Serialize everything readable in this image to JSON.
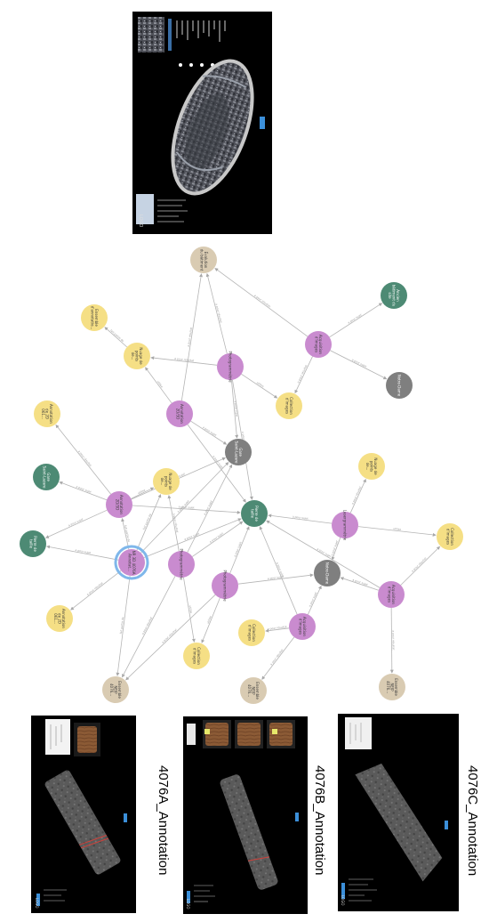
{
  "panels": {
    "top": {
      "tag": "LOGO"
    },
    "a": {
      "caption": "4076A_Annotation",
      "tag": "LOGO"
    },
    "b": {
      "caption": "4076B_Annotation",
      "tag": "LOGO"
    },
    "c": {
      "caption": "4076C_Annotation",
      "tag": "LOGO"
    }
  },
  "colors": {
    "purple": "#c98bcf",
    "yellow": "#f5df85",
    "tan": "#d9cbb2",
    "green": "#4d8a74",
    "gray": "#7f7f7f",
    "highlight": "#7fb7ea",
    "edge": "#b5b5b5"
  },
  "graph": {
    "nodes": [
      {
        "id": "tan-top",
        "label": "Évolution du bâtiment",
        "color": "tan"
      },
      {
        "id": "yellow-ens",
        "label": "Ensemble d'annotatio...",
        "color": "yellow"
      },
      {
        "id": "yellow-nuage1",
        "label": "Nuage de points de...",
        "color": "yellow"
      },
      {
        "id": "purple-photo",
        "label": "Photogrammétrie",
        "color": "purple"
      },
      {
        "id": "purple-acq",
        "label": "Acquisition d'images",
        "color": "purple"
      },
      {
        "id": "green-ancien",
        "label": "Ancien bâtiment du site",
        "color": "green"
      },
      {
        "id": "gray-notre",
        "label": "Notre-Dame",
        "color": "gray"
      },
      {
        "id": "yellow-coll1",
        "label": "Collection d'images",
        "color": "yellow"
      },
      {
        "id": "yellow-annot1",
        "label": "Annotation de 2D 061...",
        "color": "yellow"
      },
      {
        "id": "purple-annot",
        "label": "Annotation 2D/3D",
        "color": "purple"
      },
      {
        "id": "gray-mid",
        "label": "Gare Saint-Lazare",
        "color": "gray"
      },
      {
        "id": "yellow-nuage2",
        "label": "Nuage de points de...",
        "color": "yellow"
      },
      {
        "id": "green-pierre",
        "label": "Pierre de taille",
        "color": "green"
      },
      {
        "id": "purple-left",
        "label": "Annotation 2D/3D",
        "color": "purple"
      },
      {
        "id": "yellow-nuage3",
        "label": "Nuage de points de...",
        "color": "yellow"
      },
      {
        "id": "green-a",
        "label": "Gare Saint-Lazare",
        "color": "green"
      },
      {
        "id": "purple-lasergram",
        "label": "Lasergrammétrie",
        "color": "purple"
      },
      {
        "id": "yellow-coll2",
        "label": "Collection d'images",
        "color": "yellow"
      },
      {
        "id": "green-b",
        "label": "Pierre de taille",
        "color": "green"
      },
      {
        "id": "highlight",
        "label": "NR 3D 4076A Annotat...",
        "color": "purple",
        "highlight": true
      },
      {
        "id": "purple-photo2",
        "label": "Photogrammétrie",
        "color": "purple"
      },
      {
        "id": "purple-photo3",
        "label": "Photogrammétrie",
        "color": "purple"
      },
      {
        "id": "gray-bottom",
        "label": "Notre-Dame",
        "color": "gray"
      },
      {
        "id": "purple-acq2",
        "label": "Acquisition d'images",
        "color": "purple"
      },
      {
        "id": "purple-acq3",
        "label": "Acquisition d'images",
        "color": "purple"
      },
      {
        "id": "yellow-annot2",
        "label": "Annotation de 2D 061...",
        "color": "yellow"
      },
      {
        "id": "yellow-coll3",
        "label": "Collection d'images",
        "color": "yellow"
      },
      {
        "id": "yellow-coll4",
        "label": "Collection d'images",
        "color": "yellow"
      },
      {
        "id": "tan-bl",
        "label": "Ensemble NEIP 4076...",
        "color": "tan"
      },
      {
        "id": "tan-bm",
        "label": "Ensemble NEIP 4076...",
        "color": "tan"
      },
      {
        "id": "tan-br",
        "label": "Ensemble NEIP 4076...",
        "color": "tan"
      }
    ],
    "edges": [
      {
        "from": "purple-photo",
        "to": "tan-top",
        "label": "a pour résultat"
      },
      {
        "from": "purple-acq",
        "to": "tan-top",
        "label": "a pour résultat"
      },
      {
        "from": "purple-annot",
        "to": "tan-top",
        "label": "a pour résultat"
      },
      {
        "from": "purple-photo",
        "to": "yellow-nuage1",
        "label": "a pour résultat"
      },
      {
        "from": "yellow-nuage1",
        "to": "yellow-ens",
        "label": "fait partie de"
      },
      {
        "from": "purple-acq",
        "to": "green-ancien",
        "label": "a pour sujet"
      },
      {
        "from": "purple-acq",
        "to": "gray-notre",
        "label": "a pour sujet"
      },
      {
        "from": "purple-acq",
        "to": "yellow-coll1",
        "label": "a pour résultat"
      },
      {
        "from": "purple-photo",
        "to": "yellow-coll1",
        "label": "utilise"
      },
      {
        "from": "purple-photo",
        "to": "gray-mid",
        "label": "a pour sujet"
      },
      {
        "from": "purple-annot",
        "to": "yellow-nuage1",
        "label": "utilise"
      },
      {
        "from": "purple-annot",
        "to": "gray-mid",
        "label": "a pour sujet"
      },
      {
        "from": "purple-annot",
        "to": "green-pierre",
        "label": "a pour sujet"
      },
      {
        "from": "purple-photo",
        "to": "green-pierre",
        "label": "a pour sujet"
      },
      {
        "from": "purple-left",
        "to": "yellow-annot1",
        "label": "a pour résultat"
      },
      {
        "from": "purple-left",
        "to": "yellow-nuage2",
        "label": "utilise"
      },
      {
        "from": "purple-left",
        "to": "green-a",
        "label": "a pour sujet"
      },
      {
        "from": "purple-left",
        "to": "green-b",
        "label": "a pour sujet"
      },
      {
        "from": "purple-left",
        "to": "green-pierre",
        "label": "a pour sujet"
      },
      {
        "from": "purple-left",
        "to": "gray-mid",
        "label": "a pour sujet"
      },
      {
        "from": "highlight",
        "to": "purple-left",
        "label": "fait partie de"
      },
      {
        "from": "highlight",
        "to": "yellow-nuage2",
        "label": "fait partie de"
      },
      {
        "from": "highlight",
        "to": "gray-mid",
        "label": "a pour sujet"
      },
      {
        "from": "highlight",
        "to": "green-pierre",
        "label": "a pour sujet"
      },
      {
        "from": "highlight",
        "to": "green-b",
        "label": "a pour sujet"
      },
      {
        "from": "highlight",
        "to": "yellow-annot2",
        "label": "a pour résultat"
      },
      {
        "from": "highlight",
        "to": "tan-bl",
        "label": "fait partie de"
      },
      {
        "from": "purple-photo2",
        "to": "yellow-nuage2",
        "label": "a pour résultat"
      },
      {
        "from": "purple-photo2",
        "to": "yellow-coll3",
        "label": "utilise"
      },
      {
        "from": "purple-photo2",
        "to": "gray-mid",
        "label": "a pour sujet"
      },
      {
        "from": "purple-photo2",
        "to": "green-pierre",
        "label": "a pour sujet"
      },
      {
        "from": "purple-photo2",
        "to": "tan-bl",
        "label": "a pour résultat"
      },
      {
        "from": "purple-photo3",
        "to": "yellow-coll3",
        "label": "utilise"
      },
      {
        "from": "purple-photo3",
        "to": "gray-bottom",
        "label": "a pour sujet"
      },
      {
        "from": "purple-photo3",
        "to": "green-pierre",
        "label": "a pour sujet"
      },
      {
        "from": "purple-photo3",
        "to": "tan-bl",
        "label": "a pour résultat"
      },
      {
        "from": "purple-lasergram",
        "to": "yellow-nuage3",
        "label": "a pour résultat"
      },
      {
        "from": "purple-lasergram",
        "to": "yellow-coll2",
        "label": "utilise"
      },
      {
        "from": "purple-lasergram",
        "to": "green-pierre",
        "label": "a pour sujet"
      },
      {
        "from": "purple-lasergram",
        "to": "gray-bottom",
        "label": "a pour sujet"
      },
      {
        "from": "purple-acq2",
        "to": "yellow-coll4",
        "label": "a pour résultat"
      },
      {
        "from": "purple-acq2",
        "to": "gray-bottom",
        "label": "a pour sujet"
      },
      {
        "from": "purple-acq2",
        "to": "tan-bm",
        "label": "a pour résultat"
      },
      {
        "from": "purple-acq2",
        "to": "green-pierre",
        "label": "a pour sujet"
      },
      {
        "from": "purple-acq3",
        "to": "gray-bottom",
        "label": "a pour sujet"
      },
      {
        "from": "purple-acq3",
        "to": "tan-br",
        "label": "a pour résultat"
      },
      {
        "from": "purple-acq3",
        "to": "green-pierre",
        "label": "a pour sujet"
      },
      {
        "from": "purple-acq3",
        "to": "yellow-coll2",
        "label": "a pour résultat"
      }
    ]
  }
}
